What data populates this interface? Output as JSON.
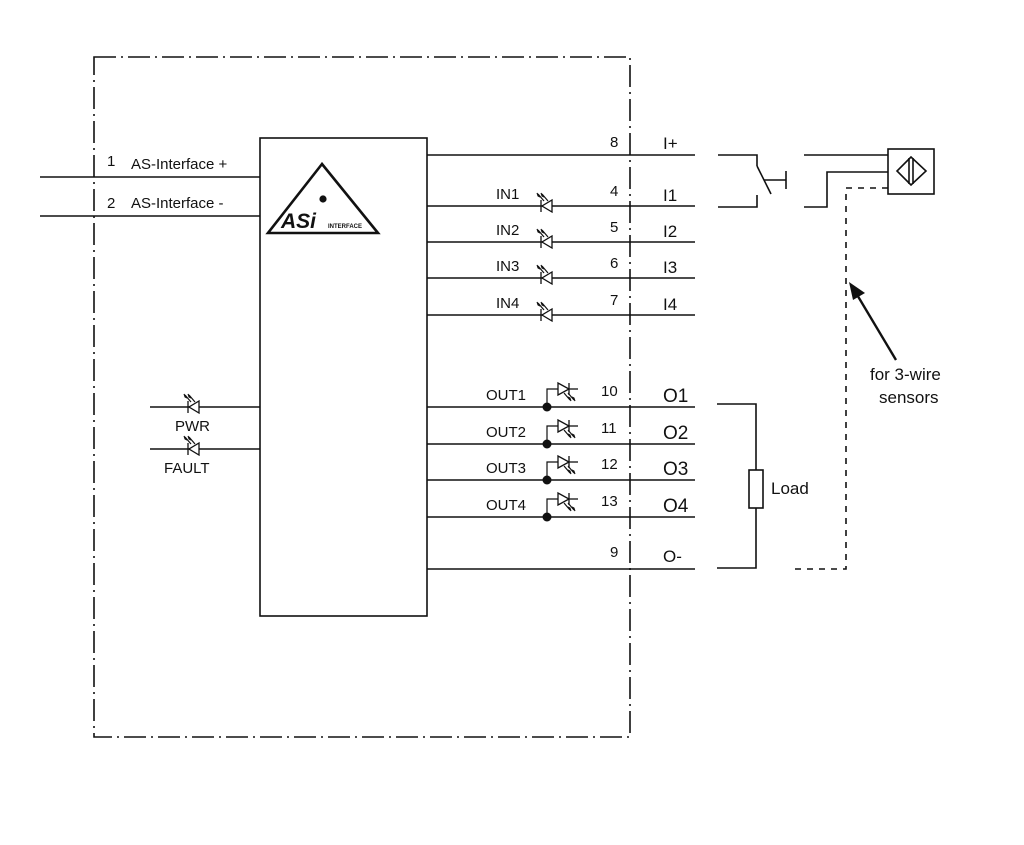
{
  "diagram": {
    "module": {
      "logo": {
        "main": "ASi",
        "sub": "INTERFACE"
      },
      "left_terminals": [
        {
          "number": "1",
          "label": "AS-Interface +"
        },
        {
          "number": "2",
          "label": "AS-Interface -"
        }
      ],
      "status_leds": [
        {
          "label": "PWR"
        },
        {
          "label": "FAULT"
        }
      ],
      "supply": {
        "terminal": "8",
        "signal": "I+"
      },
      "inputs": [
        {
          "name": "IN1",
          "terminal": "4",
          "signal": "I1"
        },
        {
          "name": "IN2",
          "terminal": "5",
          "signal": "I2"
        },
        {
          "name": "IN3",
          "terminal": "6",
          "signal": "I3"
        },
        {
          "name": "IN4",
          "terminal": "7",
          "signal": "I4"
        }
      ],
      "outputs": [
        {
          "name": "OUT1",
          "terminal": "10",
          "signal": "O1"
        },
        {
          "name": "OUT2",
          "terminal": "11",
          "signal": "O2"
        },
        {
          "name": "OUT3",
          "terminal": "12",
          "signal": "O3"
        },
        {
          "name": "OUT4",
          "terminal": "13",
          "signal": "O4"
        }
      ],
      "common": {
        "terminal": "9",
        "signal": "O-"
      }
    },
    "external": {
      "load_label": "Load",
      "note_line1": "for  3-wire",
      "note_line2": "sensors"
    }
  }
}
